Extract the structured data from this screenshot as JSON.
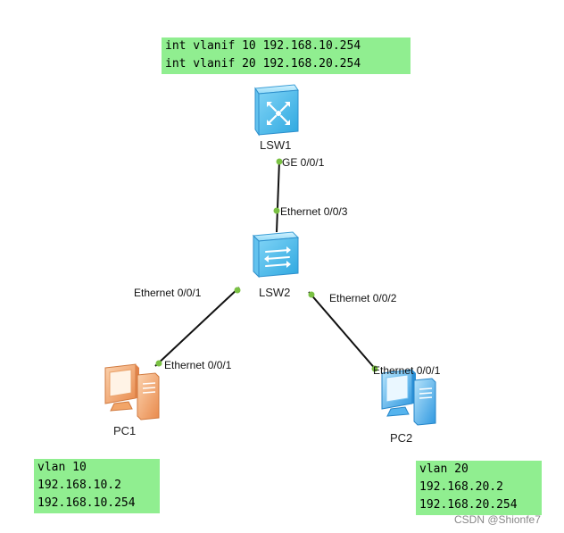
{
  "notes": {
    "lsw1_config": [
      "int vlanif 10 192.168.10.254",
      "int vlanif 20 192.168.20.254"
    ],
    "pc1_config": [
      "vlan 10",
      "192.168.10.2",
      "192.168.10.254"
    ],
    "pc2_config": [
      "vlan 20",
      "192.168.20.2",
      "192.168.20.254"
    ]
  },
  "devices": {
    "lsw1": "LSW1",
    "lsw2": "LSW2",
    "pc1": "PC1",
    "pc2": "PC2"
  },
  "ports": {
    "lsw1_ge": "GE 0/0/1",
    "lsw2_to_lsw1": "Ethernet 0/0/3",
    "lsw2_to_pc1": "Ethernet 0/0/1",
    "lsw2_to_pc2": "Ethernet 0/0/2",
    "pc1_eth": "Ethernet 0/0/1",
    "pc2_eth": "Ethernet 0/0/1"
  },
  "colors": {
    "note_bg": "#90ee90",
    "link": "#111111",
    "port_dot": "#7ac143",
    "switch_body": "#4fc3f7",
    "pc1_body": "#f4a46a",
    "pc2_body": "#4fb3f0"
  },
  "icons": [
    "l3-switch-icon",
    "l2-switch-icon",
    "pc-icon"
  ],
  "watermark": "CSDN @Shionfe7"
}
